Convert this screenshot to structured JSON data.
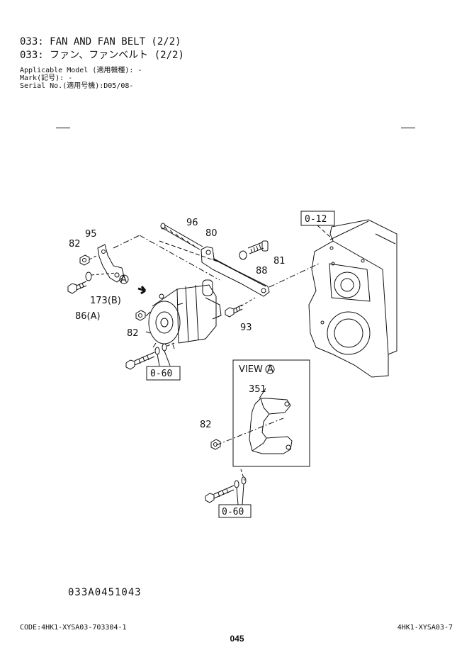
{
  "header": {
    "title_en": "033: FAN AND FAN BELT (2/2)",
    "title_jp": "033: ファン、ファンベルト (2/2)",
    "applicable_model": "Applicable Model (適用機種): -",
    "mark": "Mark(記号): -",
    "serial_no": "Serial No.(適用号機):D05/08-"
  },
  "diagram": {
    "callouts": {
      "p95": "95",
      "p82a": "82",
      "p96": "96",
      "p80": "80",
      "p81": "81",
      "p88": "88",
      "p173": "173(B)",
      "p86": "86(A)",
      "p82b": "82",
      "p93": "93",
      "p351": "351",
      "p82c": "82",
      "viewA_marker": "A",
      "ref_012": "0-12",
      "ref_060a": "0-60",
      "ref_060b": "0-60",
      "view_label": "VIEW",
      "view_letter": "A"
    }
  },
  "illustration_code": "033A0451043",
  "footer": {
    "code_left": "CODE:4HK1-XYSA03-703304-1",
    "code_right": "4HK1-XYSA03-7",
    "page_number": "045"
  }
}
